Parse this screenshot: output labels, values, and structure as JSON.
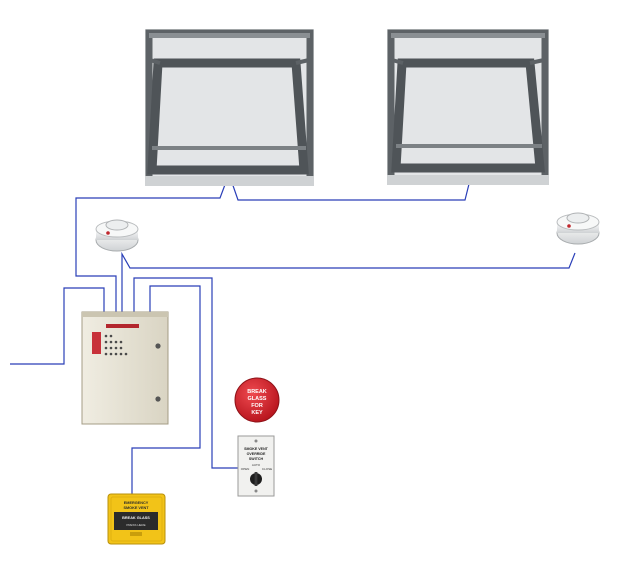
{
  "break_glass_button": {
    "lines": [
      "BREAK",
      "GLASS",
      "FOR",
      "KEY"
    ]
  },
  "key_switch": {
    "caption_lines": [
      "SMOKE VENT",
      "OVERRIDE",
      "SWITCH"
    ],
    "positions": [
      "OPEN",
      "AUTO",
      "CLOSE"
    ]
  },
  "manual_call_point": {
    "header_lines": [
      "EMERGENCY",
      "SMOKE VENT"
    ],
    "window_text": "BREAK GLASS",
    "subtext": "PRESS HERE"
  },
  "colors": {
    "wire": "#2a3fb8",
    "frame_grey": "#5d6266",
    "frame_light": "#d6d8da",
    "panel_body": "#e8e4d6",
    "call_point_yellow": "#f2c318",
    "break_glass_red": "#d4202a"
  }
}
